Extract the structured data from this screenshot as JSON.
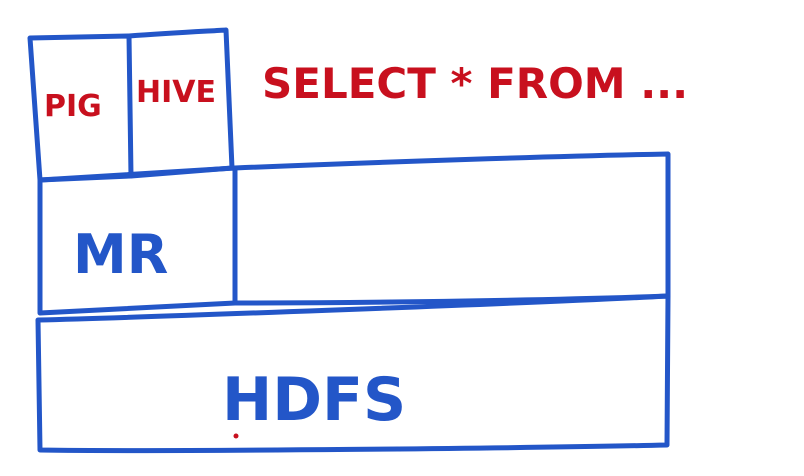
{
  "diagram": {
    "layers": [
      {
        "id": "pig",
        "label": "PIG"
      },
      {
        "id": "hive",
        "label": "HIVE"
      },
      {
        "id": "mr",
        "label": "MR"
      },
      {
        "id": "hdfs",
        "label": "HDFS"
      }
    ],
    "annotation": "SELECT * FROM ...",
    "colors": {
      "box_stroke": "#2356c8",
      "top_text": "#c8101e",
      "bottom_text": "#2356c8",
      "background": "#ffffff"
    }
  }
}
